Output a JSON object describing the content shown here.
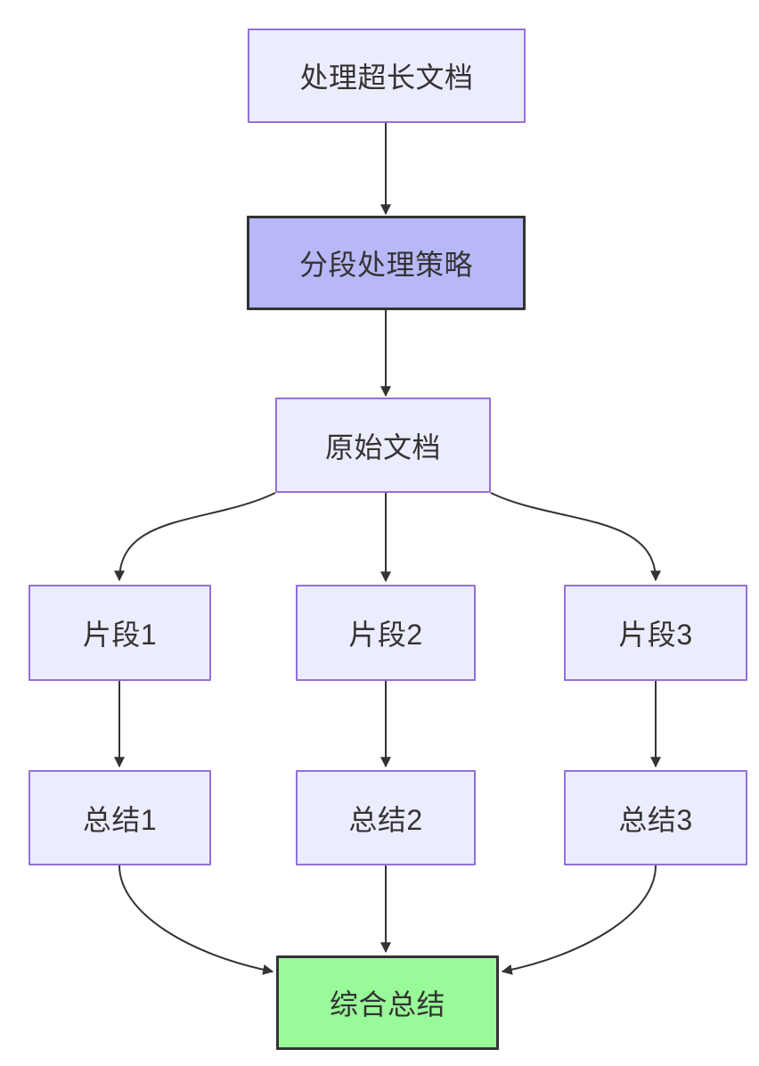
{
  "diagram": {
    "type": "flowchart",
    "direction": "top-down",
    "nodes": [
      {
        "id": "A",
        "label": "处理超长文档",
        "style": "default"
      },
      {
        "id": "B",
        "label": "分段处理策略",
        "style": "strategy"
      },
      {
        "id": "C",
        "label": "原始文档",
        "style": "default"
      },
      {
        "id": "D1",
        "label": "片段1",
        "style": "default"
      },
      {
        "id": "D2",
        "label": "片段2",
        "style": "default"
      },
      {
        "id": "D3",
        "label": "片段3",
        "style": "default"
      },
      {
        "id": "E1",
        "label": "总结1",
        "style": "default"
      },
      {
        "id": "E2",
        "label": "总结2",
        "style": "default"
      },
      {
        "id": "E3",
        "label": "总结3",
        "style": "default"
      },
      {
        "id": "F",
        "label": "综合总结",
        "style": "success"
      }
    ],
    "edges": [
      {
        "from": "A",
        "to": "B",
        "arrow": "filled-triangle"
      },
      {
        "from": "B",
        "to": "C",
        "arrow": "filled-triangle"
      },
      {
        "from": "C",
        "to": "D1",
        "arrow": "filled-triangle"
      },
      {
        "from": "C",
        "to": "D2",
        "arrow": "filled-triangle"
      },
      {
        "from": "C",
        "to": "D3",
        "arrow": "filled-triangle"
      },
      {
        "from": "D1",
        "to": "E1",
        "arrow": "filled-triangle"
      },
      {
        "from": "D2",
        "to": "E2",
        "arrow": "filled-triangle"
      },
      {
        "from": "D3",
        "to": "E3",
        "arrow": "filled-triangle"
      },
      {
        "from": "E1",
        "to": "F",
        "arrow": "filled-triangle"
      },
      {
        "from": "E2",
        "to": "F",
        "arrow": "filled-triangle"
      },
      {
        "from": "E3",
        "to": "F",
        "arrow": "filled-triangle"
      }
    ],
    "colors": {
      "node_fill": "#ECECFF",
      "node_border": "#9370DB",
      "strategy_fill": "#b8b8f8",
      "strategy_border": "#333333",
      "success_fill": "#99fa99",
      "success_border": "#333333",
      "edge": "#333333",
      "text": "#333333",
      "background": "#ffffff"
    }
  }
}
